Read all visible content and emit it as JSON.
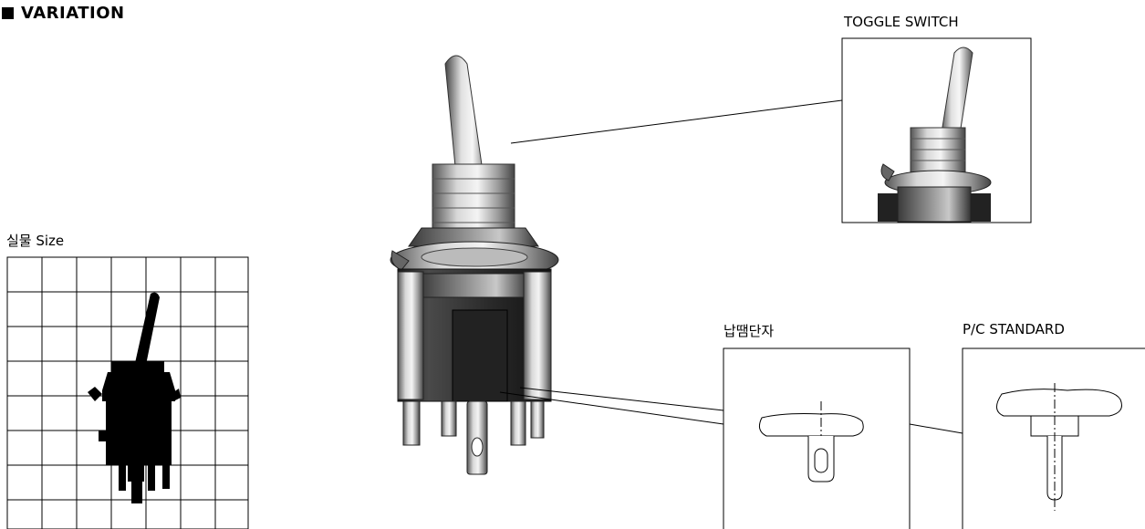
{
  "section": {
    "title": "VARIATION"
  },
  "actual_size": {
    "label": "실물 Size"
  },
  "toggle_switch": {
    "label": "TOGGLE SWITCH"
  },
  "solder_terminal": {
    "label": "납땜단자"
  },
  "pc_standard": {
    "label": "P/C STANDARD"
  },
  "icons": {
    "section_marker": "black-square-icon"
  }
}
